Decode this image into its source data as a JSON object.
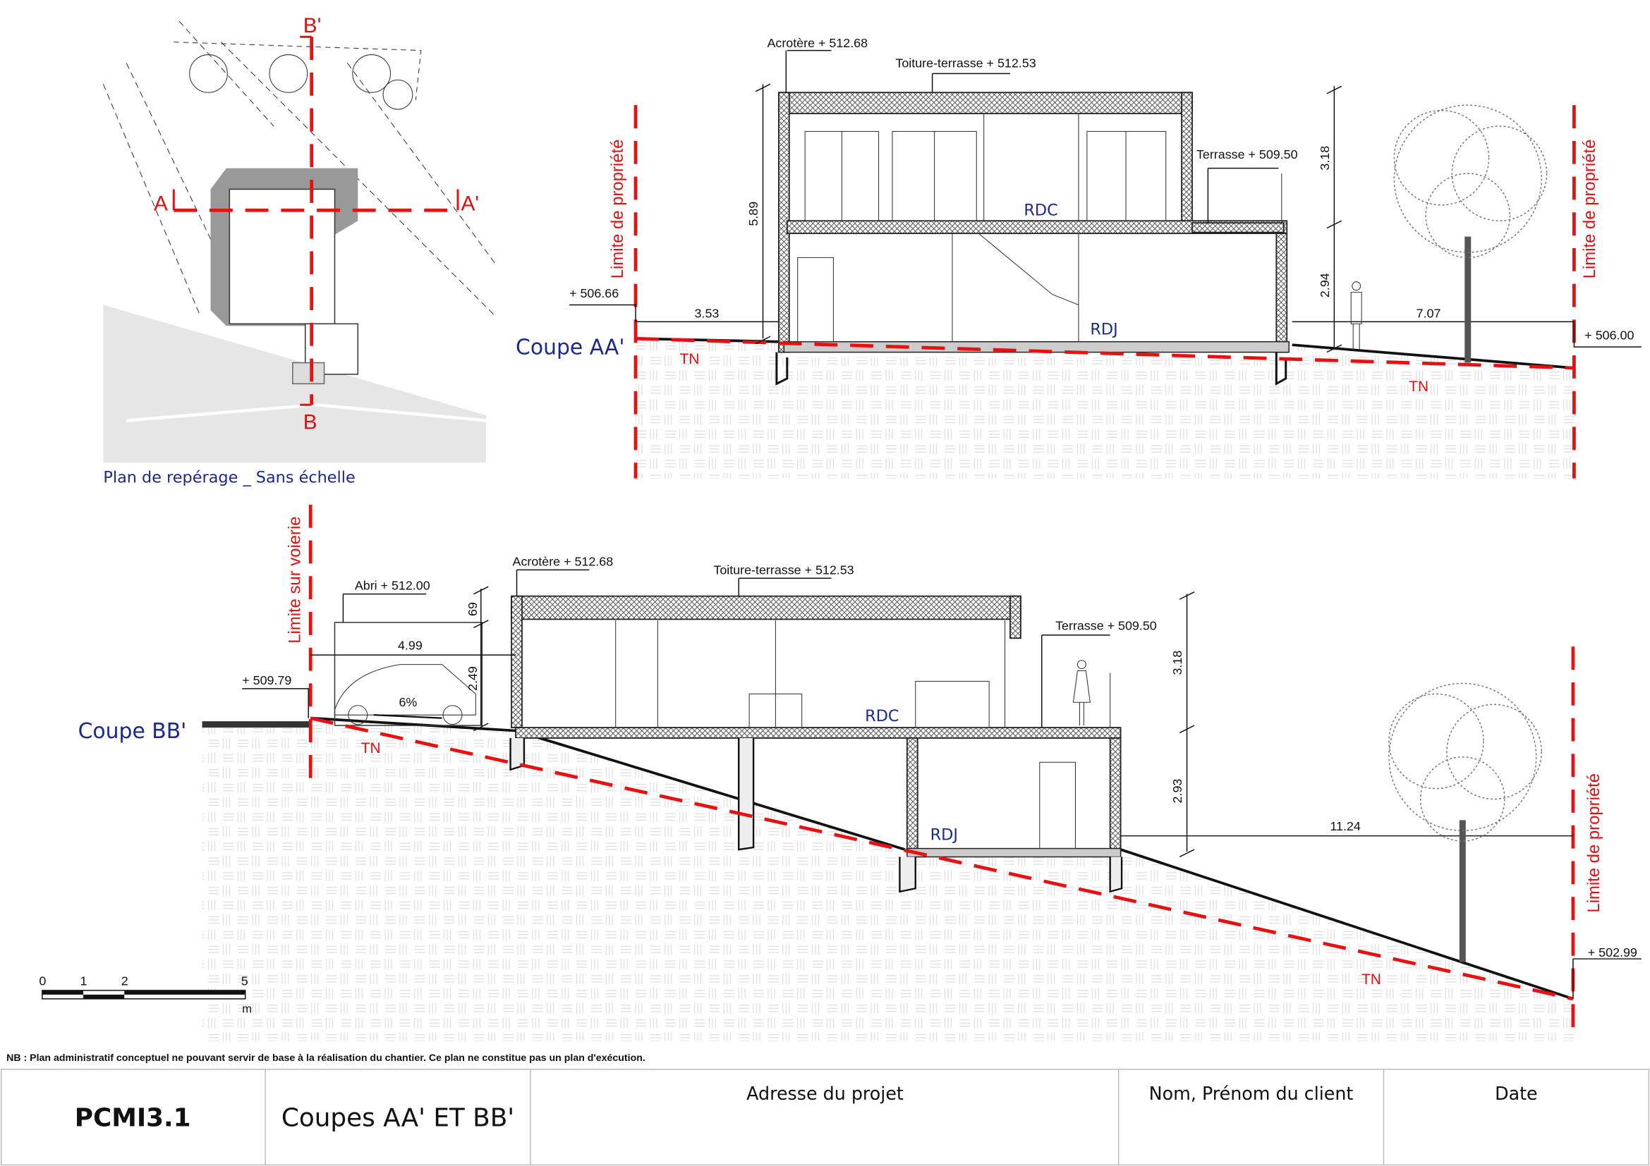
{
  "locator": {
    "caption": "Plan de repérage _ Sans échelle",
    "labels": {
      "a": "A",
      "a_prime": "A'",
      "b": "B",
      "b_prime": "B'"
    }
  },
  "section_aa": {
    "title": "Coupe AA'",
    "limit_left": "Limite de propriété",
    "limit_right": "Limite de propriété",
    "acrotere": "Acrotère + 512.68",
    "toiture": "Toiture-terrasse + 512.53",
    "terrasse": "Terrasse + 509.50",
    "rdc": "RDC",
    "rdj": "RDJ",
    "level_left": "+ 506.66",
    "level_right": "+ 506.00",
    "dim_left": "3.53",
    "dim_right": "7.07",
    "dim_height": "5.89",
    "dim_upper": "3.18",
    "dim_lower": "2.94",
    "tn1": "TN",
    "tn2": "TN"
  },
  "section_bb": {
    "title": "Coupe BB'",
    "limit_road": "Limite sur voierie",
    "limit_right": "Limite de propriété",
    "abri": "Abri + 512.00",
    "acrotere": "Acrotère + 512.68",
    "toiture": "Toiture-terrasse + 512.53",
    "terrasse": "Terrasse + 509.50",
    "rdc": "RDC",
    "rdj": "RDJ",
    "dim_69": "69",
    "dim_abri_width": "4.99",
    "dim_abri_height": "2.49",
    "level_road": "+ 509.79",
    "slope": "6%",
    "level_bottom": "+ 502.99",
    "dim_upper": "3.18",
    "dim_lower": "2.93",
    "dim_right": "11.24",
    "tn1": "TN",
    "tn2": "TN"
  },
  "scale_bar": {
    "ticks": [
      "0",
      "1",
      "2",
      "5"
    ],
    "unit": "m"
  },
  "note": "NB : Plan administratif conceptuel ne pouvant servir de base à la réalisation du chantier. Ce plan ne constitue pas un plan d'exécution.",
  "title_block": {
    "code": "PCMI3.1",
    "title": "Coupes AA' ET BB'",
    "address_label": "Adresse du projet",
    "client_label": "Nom, Prénom du client",
    "date_label": "Date"
  }
}
